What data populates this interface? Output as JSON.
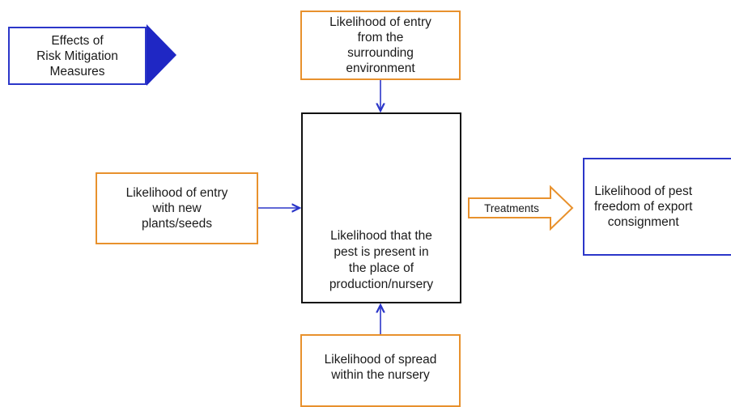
{
  "legend": {
    "label": "Effects of\nRisk Mitigation\nMeasures"
  },
  "boxes": {
    "top": "Likelihood of entry\nfrom the\nsurrounding\nenvironment",
    "left": "Likelihood of entry\nwith new\nplants/seeds",
    "center": "Likelihood that the\npest is present in\nthe place of\nproduction/nursery",
    "bottom": "Likelihood of spread\nwithin the nursery",
    "right": "Likelihood of pest\nfreedom of export\nconsignment"
  },
  "arrows": {
    "treatments_label": "Treatments"
  },
  "icons": {
    "center": "plant-sprout-icon",
    "legend": "triangle-pointer-icon"
  },
  "colors": {
    "orange_border": "#e8912d",
    "blue_border": "#2b36c9",
    "black_border": "#111111",
    "arrow_blue": "#2b36c9"
  }
}
